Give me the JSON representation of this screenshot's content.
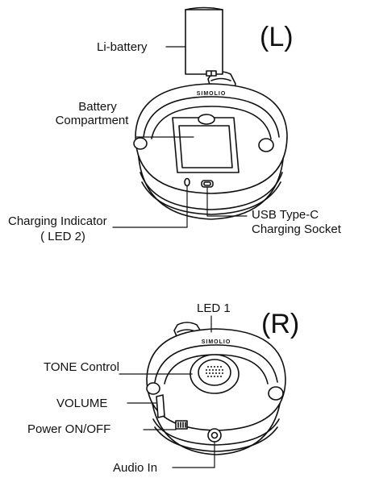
{
  "brand": "SIMOLIO",
  "top_unit": {
    "side_label": "(L)",
    "labels": {
      "battery": "Li-battery",
      "compartment_line1": "Battery",
      "compartment_line2": "Compartment",
      "indicator_line1": "Charging Indicator",
      "indicator_line2": "( LED 2)",
      "usb_line1": "USB Type-C",
      "usb_line2": "Charging Socket"
    }
  },
  "bottom_unit": {
    "side_label": "(R)",
    "labels": {
      "led1": "LED 1",
      "tone": "TONE Control",
      "volume": "VOLUME",
      "power": "Power ON/OFF",
      "audio_in": "Audio In"
    }
  },
  "colors": {
    "ink": "#111111",
    "paper": "#ffffff",
    "shade": "#cfcfcf"
  }
}
